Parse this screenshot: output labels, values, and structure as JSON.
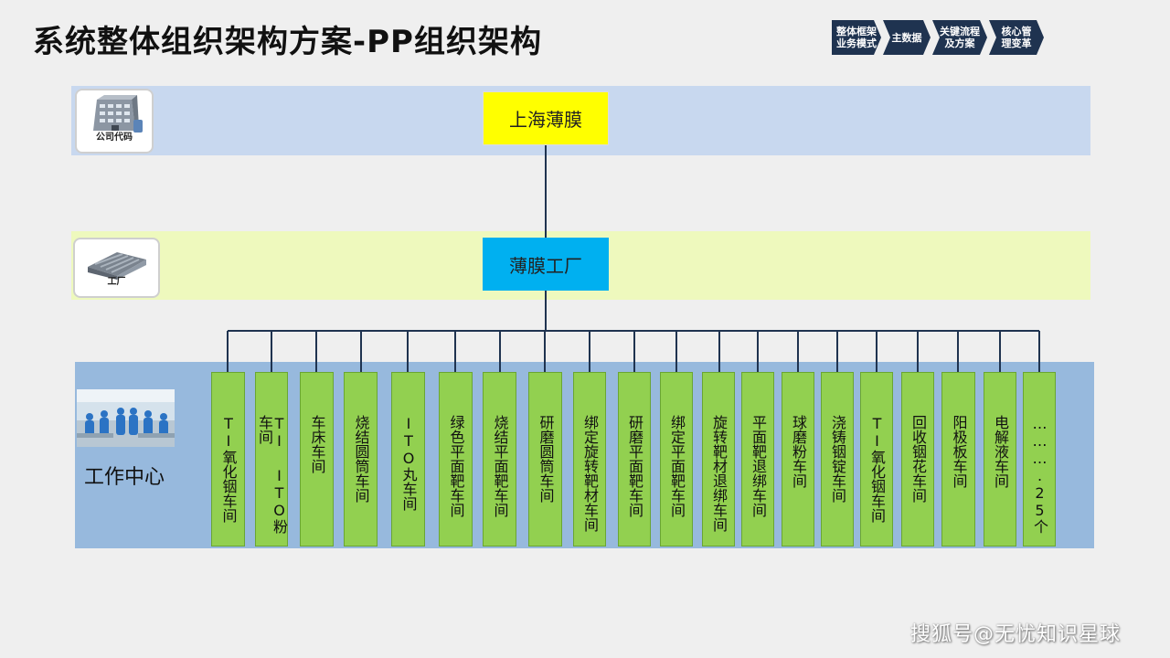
{
  "title": "系统整体组织架构方案-PP组织架构",
  "nav": [
    "整体框架\n业务模式",
    "主数据",
    "关键流程\n及方案",
    "核心管\n理变革"
  ],
  "levels": {
    "company_caption": "公司代码",
    "factory_caption": "工厂",
    "work_center_label": "工作中心"
  },
  "nodes": {
    "company": "上海薄膜",
    "factory": "薄膜工厂"
  },
  "workshops": [
    "TI氧化铟车间",
    "TI ITO粉车间",
    "车床车间",
    "烧结圆筒车间",
    "ITO丸车间",
    "绿色平面靶车间",
    "烧结平面靶车间",
    "研磨圆筒车间",
    "绑定旋转靶材车间",
    "研磨平面靶车间",
    "绑定平面靶车间",
    "旋转靶材退绑车间",
    "平面靶退绑车间",
    "球磨粉车间",
    "浇铸铟锭车间",
    "TI氧化铟车间",
    "回收铟花车间",
    "阳极板车间",
    "电解液车间",
    "……….25个"
  ],
  "watermark": "搜狐号@无忧知识星球",
  "colors": {
    "company_band": "#c8d8ef",
    "factory_band": "#eef9bd",
    "work_center_band": "#97b9dd",
    "company_node": "#ffff00",
    "factory_node": "#00b0f0",
    "workshop_node": "#92d050",
    "nav": "#1f3350"
  }
}
